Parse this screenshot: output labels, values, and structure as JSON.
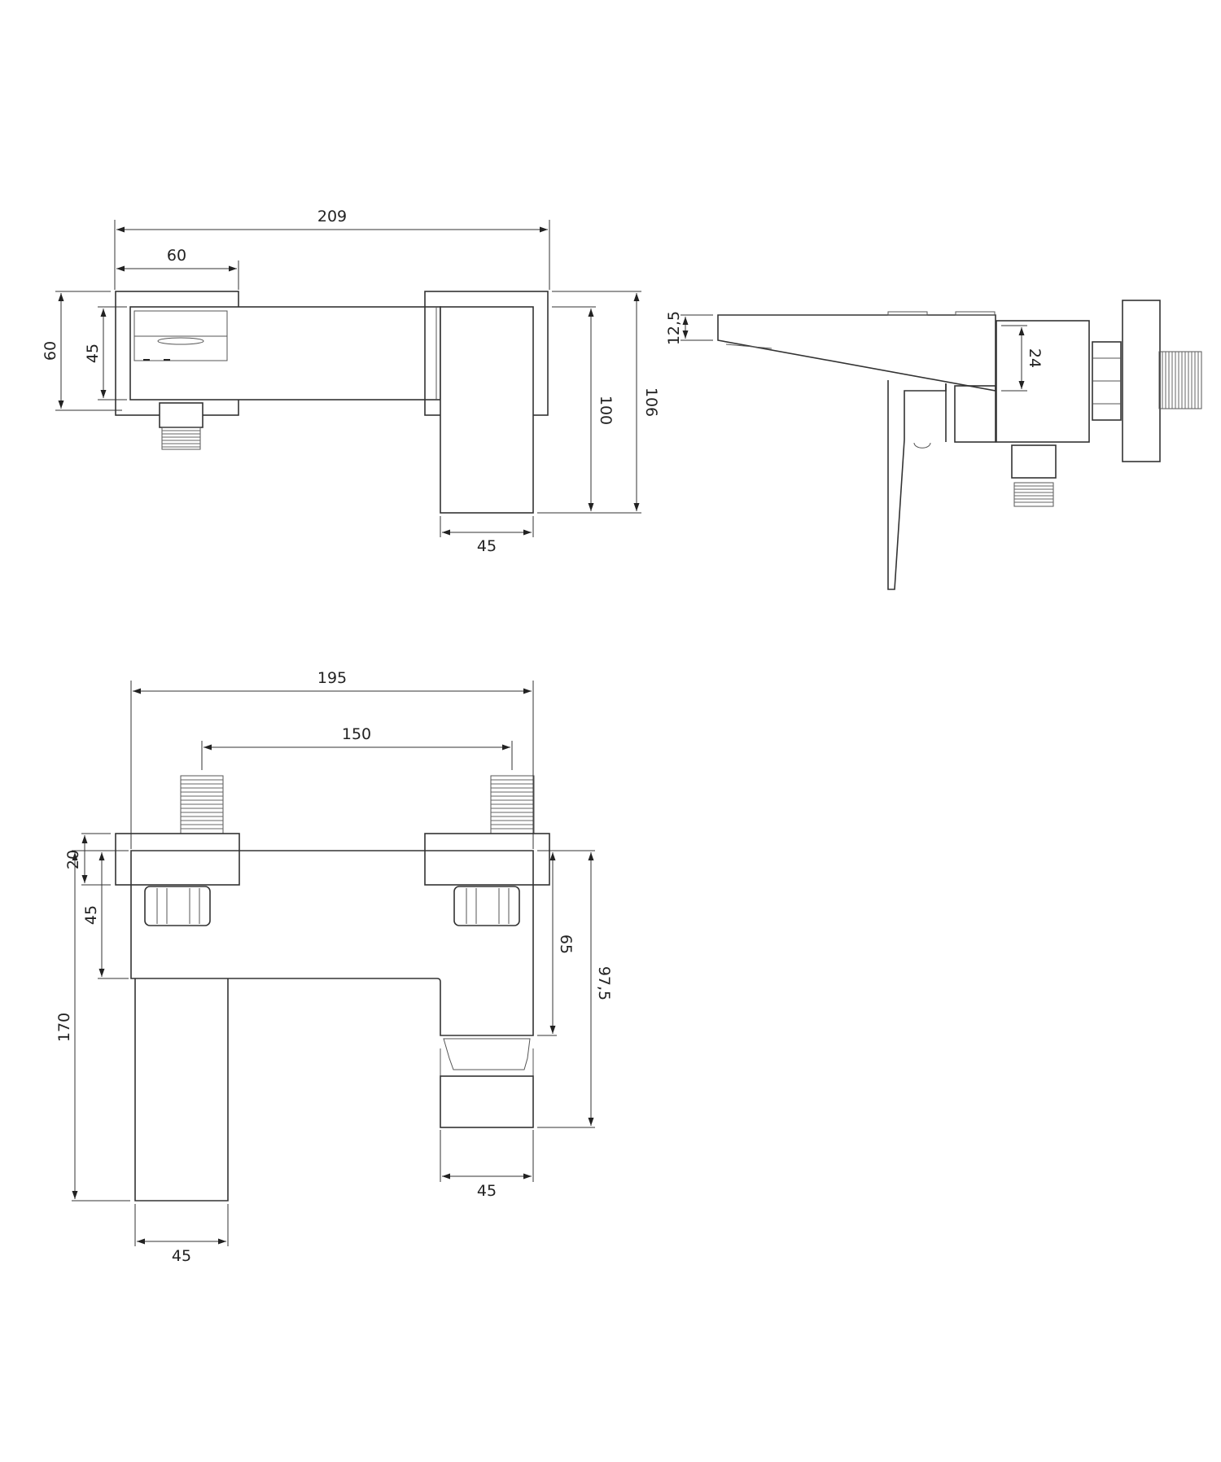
{
  "drawing": {
    "top_view": {
      "dims": {
        "overall_width": "209",
        "flange_width": "60",
        "flange_height": "60",
        "body_height": "45",
        "spout_drop": "100",
        "overall_height": "106",
        "spout_width": "45"
      }
    },
    "side_view": {
      "dims": {
        "spout_thickness": "12,5",
        "body_depth": "24"
      }
    },
    "front_view": {
      "dims": {
        "overall_width": "195",
        "inlet_spacing": "150",
        "flange_thickness": "20",
        "body_height": "45",
        "overall_height": "170",
        "outlet_to_spout": "65",
        "to_lever_bottom": "97,5",
        "lever_width": "45",
        "column_width": "45"
      }
    },
    "colors": {
      "line": "#333333",
      "background": "#ffffff"
    }
  }
}
